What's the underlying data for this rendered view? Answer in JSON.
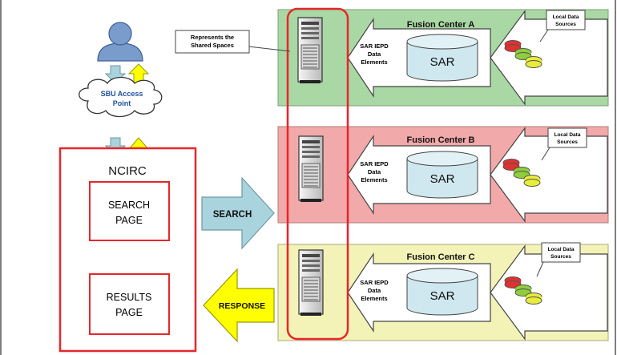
{
  "user": {
    "icon": "person-icon"
  },
  "access_point": {
    "line1": "SBU Access",
    "line2": "Point"
  },
  "callout": {
    "line1": "Represents the",
    "line2": "Shared Spaces"
  },
  "ncirc": {
    "title": "NCIRC",
    "search_page": [
      "SEARCH",
      "PAGE"
    ],
    "results_page": [
      "RESULTS",
      "PAGE"
    ]
  },
  "arrows": {
    "search": "SEARCH",
    "response": "RESPONSE"
  },
  "centers": [
    {
      "title": "Fusion Center A",
      "fill": "#a9d8a4",
      "iepd": [
        "SAR IEPD",
        "Data",
        "Elements"
      ],
      "db": "SAR",
      "local": [
        "Local Data",
        "Sources"
      ]
    },
    {
      "title": "Fusion Center B",
      "fill": "#f2a9a9",
      "iepd": [
        "SAR IEPD",
        "Data",
        "Elements"
      ],
      "db": "SAR",
      "local": [
        "Local Data",
        "Sources"
      ]
    },
    {
      "title": "Fusion Center C",
      "fill": "#f3f3b8",
      "iepd": [
        "SAR IEPD",
        "Data",
        "Elements"
      ],
      "db": "SAR",
      "local": [
        "Local Data",
        "Sources"
      ]
    }
  ],
  "colors": {
    "highlight": "#e8262b",
    "arrow_blue": "#a9d3dd",
    "arrow_yellow": "#ffff00",
    "db_fill": "#cfe7ee"
  }
}
